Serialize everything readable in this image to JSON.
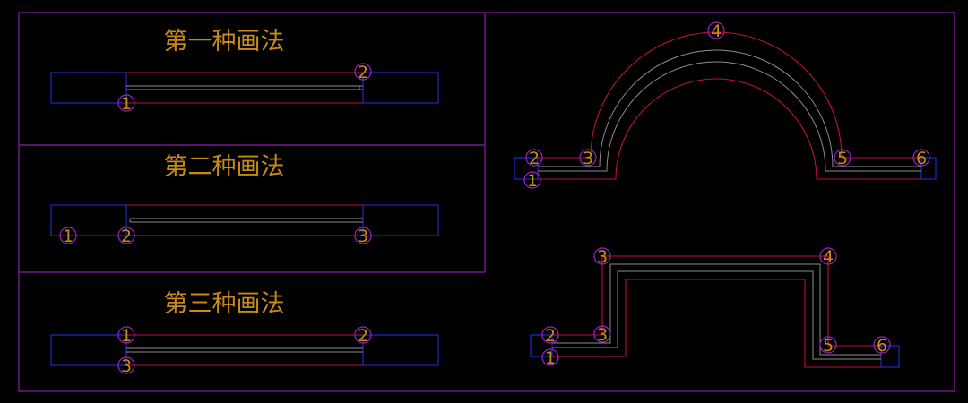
{
  "panels": [
    {
      "title": "第一种画法",
      "marks": [
        "1",
        "2"
      ]
    },
    {
      "title": "第二种画法",
      "marks": [
        "1",
        "2",
        "3"
      ]
    },
    {
      "title": "第三种画法",
      "marks": [
        "1",
        "2",
        "3"
      ]
    }
  ],
  "arch_diagram": {
    "marks": [
      "2",
      "3",
      "4",
      "5",
      "6",
      "1"
    ]
  },
  "step_diagram": {
    "marks": [
      "2",
      "3",
      "3",
      "4",
      "5",
      "6",
      "1"
    ]
  },
  "colors": {
    "frame": "#8a1fa8",
    "wall": "#1f2fd8",
    "outer_line": "#c0103a",
    "inner_line": "#8c8c8c",
    "label": "#c88a16"
  }
}
